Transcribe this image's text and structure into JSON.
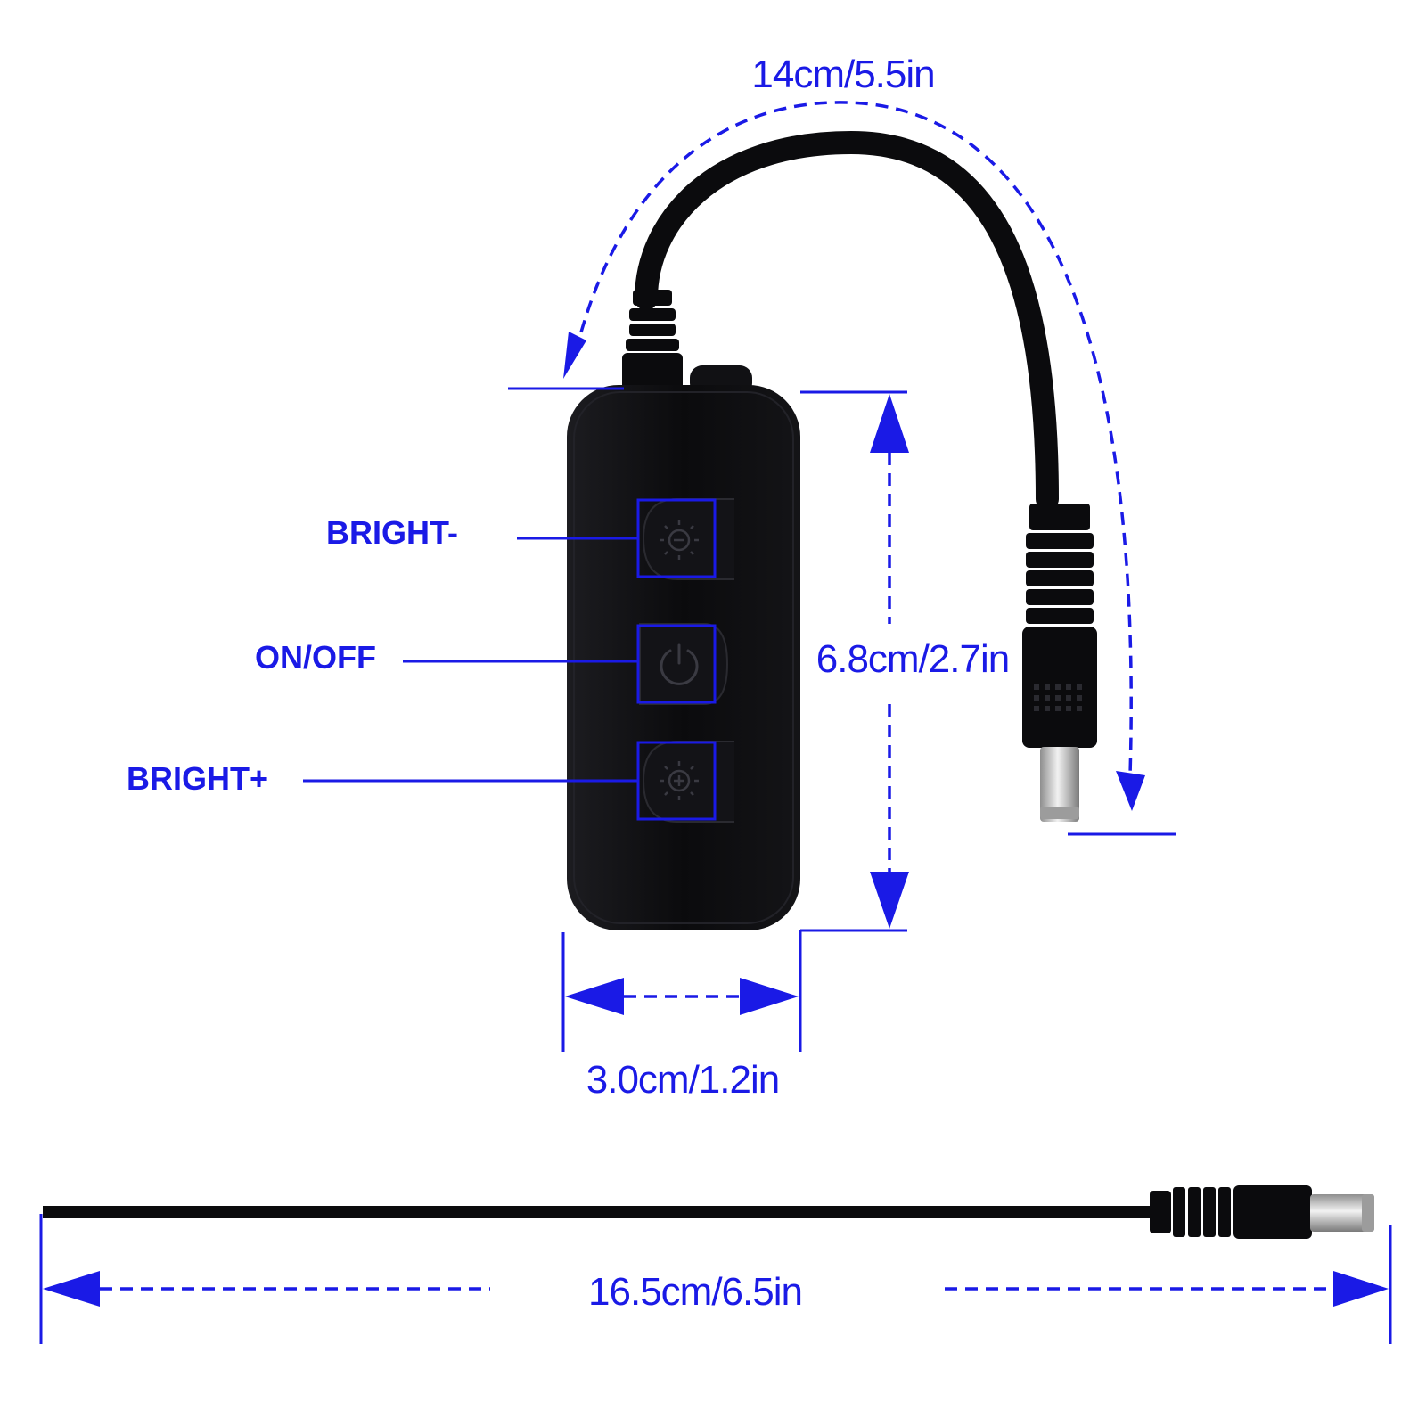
{
  "colors": {
    "accent": "#1a1ae6",
    "device": "#0b0b0d",
    "background": "#ffffff",
    "metal": "#c9c9c9"
  },
  "dimensions": {
    "cable_arc": "14cm/5.5in",
    "body_height": "6.8cm/2.7in",
    "body_width": "3.0cm/1.2in",
    "total_length": "16.5cm/6.5in"
  },
  "buttons": [
    {
      "label": "BRIGHT-",
      "icon": "brightness-minus-icon"
    },
    {
      "label": "ON/OFF",
      "icon": "power-icon"
    },
    {
      "label": "BRIGHT+",
      "icon": "brightness-plus-icon"
    }
  ]
}
